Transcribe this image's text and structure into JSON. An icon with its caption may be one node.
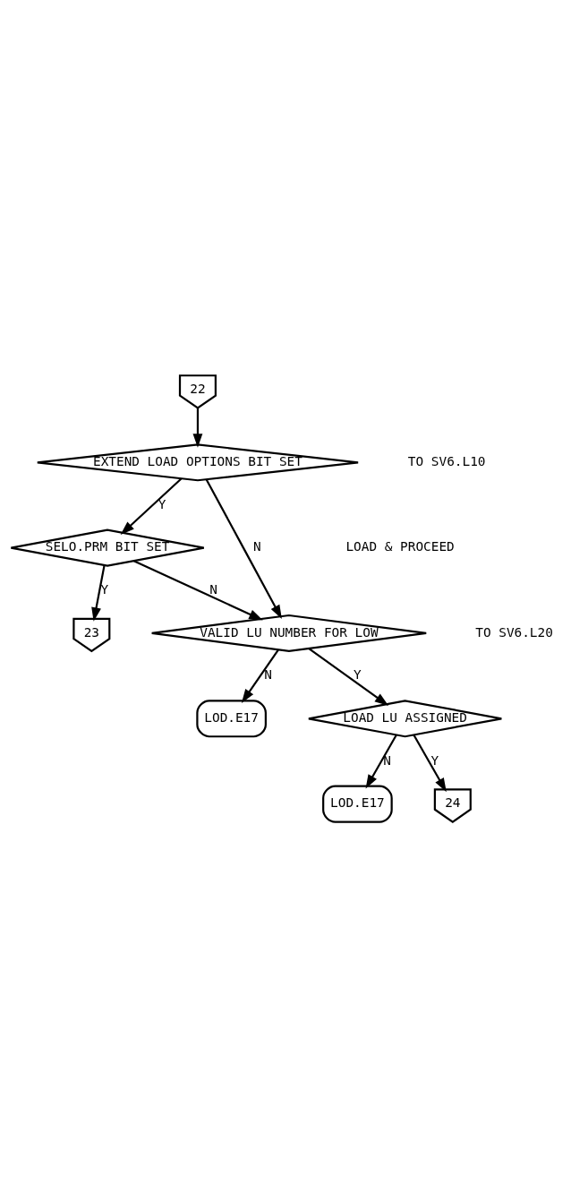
{
  "diagram": {
    "nodes": [
      {
        "text": [
          "22"
        ]
      },
      {
        "text": [
          "EXTEND LOAD OPTIONS BIT SET"
        ]
      },
      {
        "text": [
          "SELO.PRM BIT SET"
        ]
      },
      {
        "text": [
          "23"
        ]
      },
      {
        "text": [
          "VALID LU NUMBER FOR LOW"
        ]
      },
      {
        "text": [
          "LOD.E17"
        ]
      },
      {
        "text": [
          "LOAD LU ASSIGNED"
        ]
      },
      {
        "text": [
          "LOD.E17"
        ]
      },
      {
        "text": [
          "24"
        ]
      }
    ],
    "edges": [
      {
        "from": 0,
        "to": 1,
        "arrow": "to"
      },
      {
        "from": 1,
        "to": 2,
        "label": "Y",
        "arrow": "to"
      },
      {
        "from": 1,
        "to": 4,
        "label": "N",
        "arrow": "to"
      },
      {
        "from": 2,
        "to": 3,
        "label": "Y",
        "arrow": "to"
      },
      {
        "from": 2,
        "to": 4,
        "label": "N",
        "arrow": "to"
      },
      {
        "from": 4,
        "to": 5,
        "label": "N",
        "arrow": "to"
      },
      {
        "from": 4,
        "to": 6,
        "label": "Y",
        "arrow": "to"
      },
      {
        "from": 6,
        "to": 7,
        "label": "N",
        "arrow": "to"
      },
      {
        "from": 6,
        "to": 8,
        "label": "Y",
        "arrow": "to"
      }
    ],
    "labels": [
      "TO SV6.L10",
      "LOAD & PROCEED",
      "TO SV6.L20"
    ]
  }
}
